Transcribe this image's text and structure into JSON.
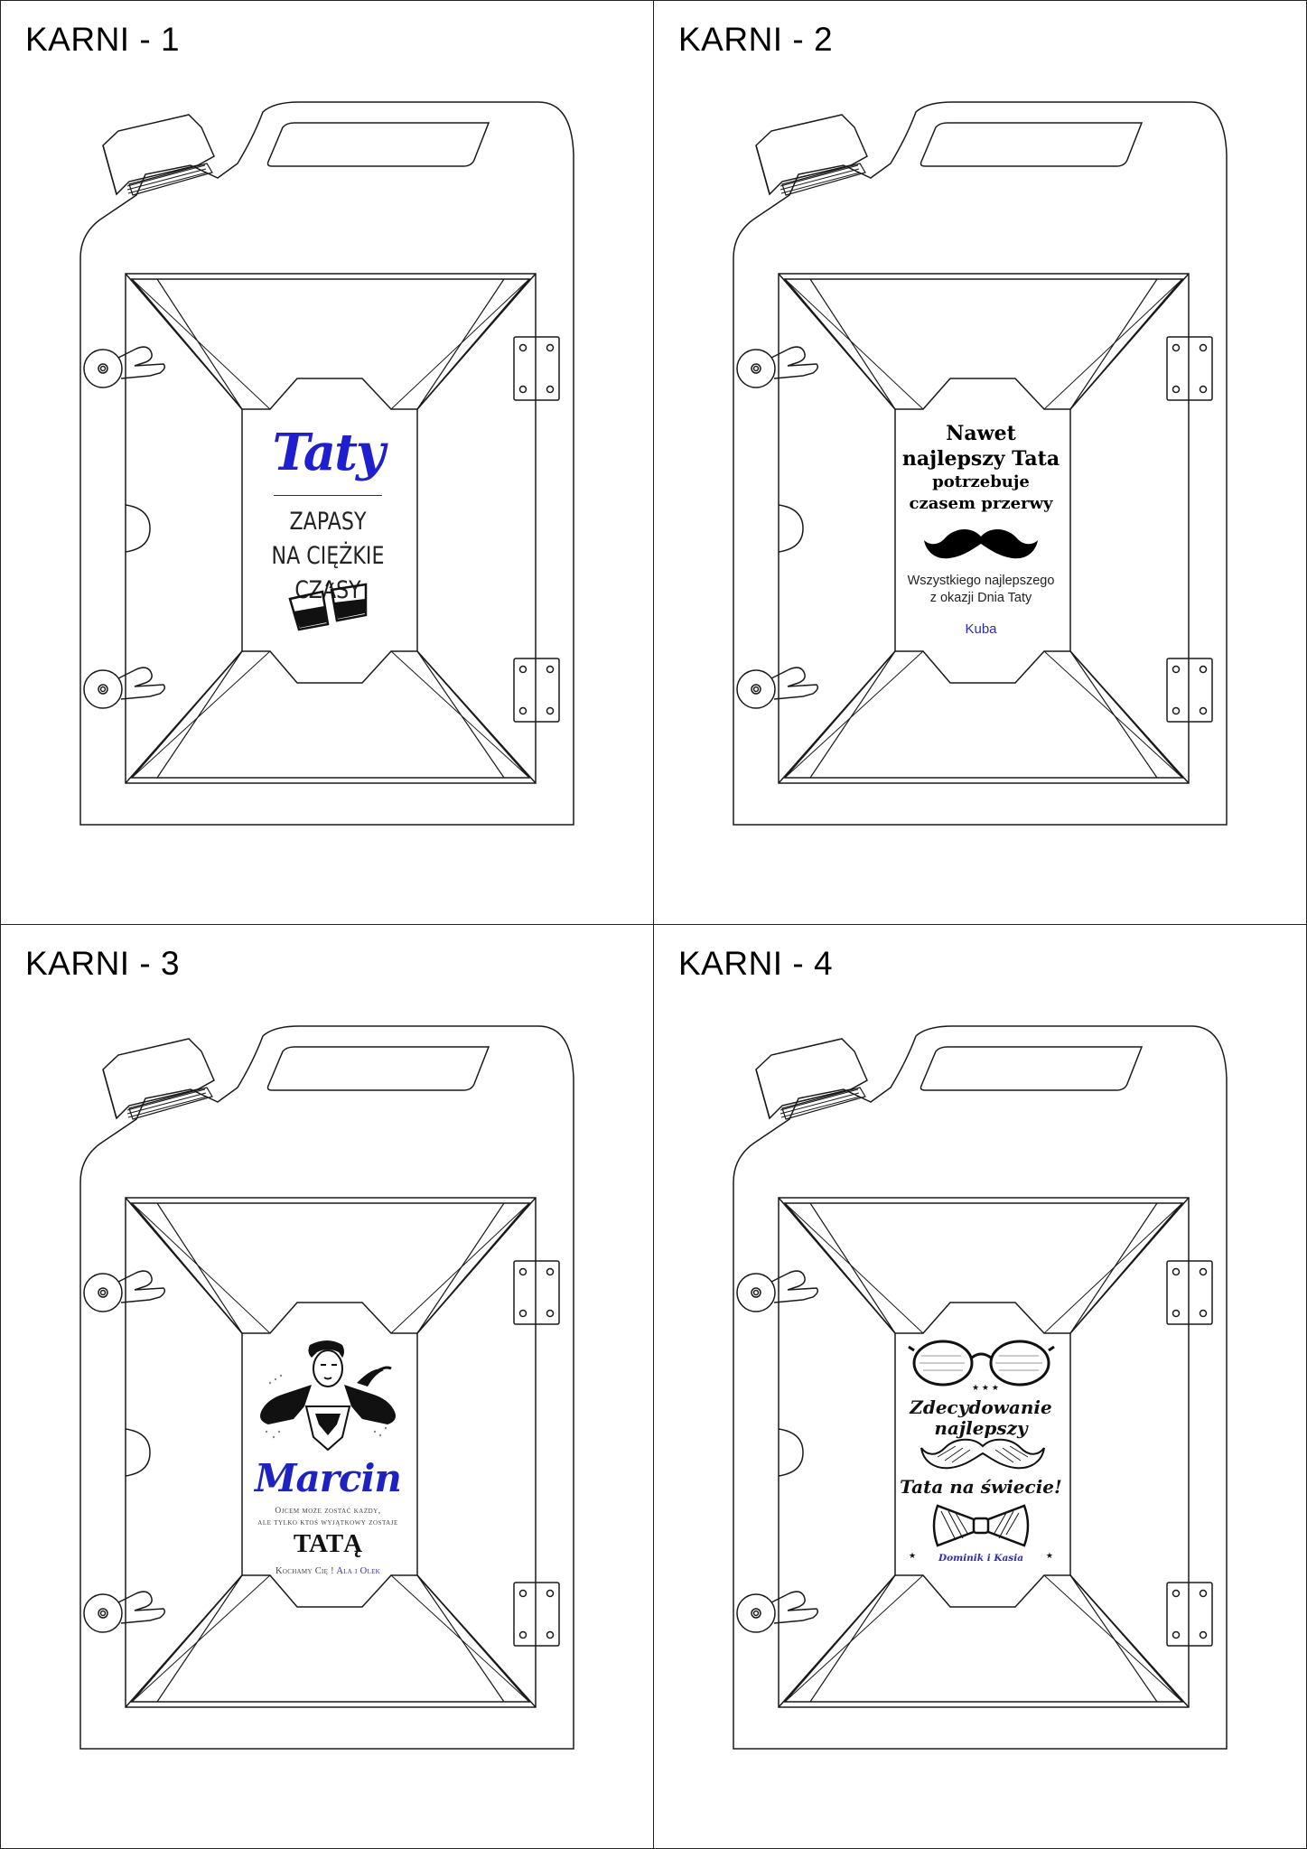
{
  "cells": [
    {
      "title": "KARNI - 1"
    },
    {
      "title": "KARNI - 2"
    },
    {
      "title": "KARNI - 3"
    },
    {
      "title": "KARNI - 4"
    }
  ],
  "karni1": {
    "name": "Taty",
    "line1": "ZAPASY",
    "line2": "NA CIĘŻKIE CZASY",
    "name_color": "#1f1fd0"
  },
  "karni2": {
    "head1": "Nawet",
    "head2": "najlepszy Tata",
    "head3": "potrzebuje",
    "head4": "czasem przerwy",
    "wish1": "Wszystkiego najlepszego",
    "wish2": "z okazji Dnia Taty",
    "sign": "Kuba"
  },
  "karni3": {
    "name": "Marcin",
    "small1": "Ojcem może zostać każdy,",
    "small2": "ale tylko ktoś wyjątkowy zostaje",
    "big": "TATĄ",
    "love_prefix": "Kochamy Cię ! ",
    "love_names": "Ala i Olek"
  },
  "karni4": {
    "line1": "Zdecydowanie",
    "line2": "najlepszy",
    "line3": "Tata na świecie!",
    "sign": "Dominik i Kasia"
  }
}
